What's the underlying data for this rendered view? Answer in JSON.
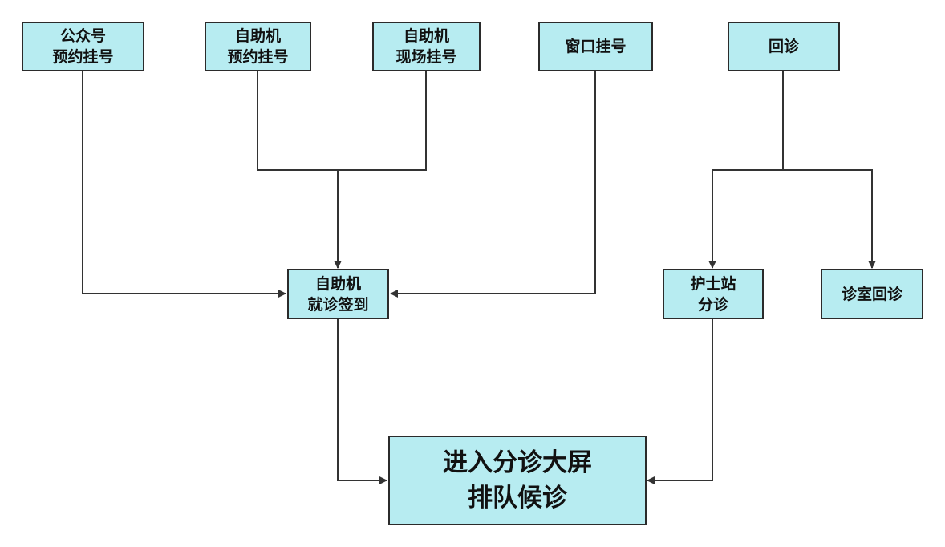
{
  "colors": {
    "node_fill": "#b7ecf1",
    "node_border": "#2b2b2b",
    "edge": "#333333"
  },
  "nodes": {
    "wechat_booking": "公众号\n预约挂号",
    "kiosk_booking": "自助机\n预约挂号",
    "kiosk_onsite": "自助机\n现场挂号",
    "window_registration": "窗口挂号",
    "revisit": "回诊",
    "kiosk_checkin": "自助机\n就诊签到",
    "nurse_triage": "护士站\n分诊",
    "room_revisit": "诊室回诊",
    "queue_screen": "进入分诊大屏\n排队候诊"
  }
}
